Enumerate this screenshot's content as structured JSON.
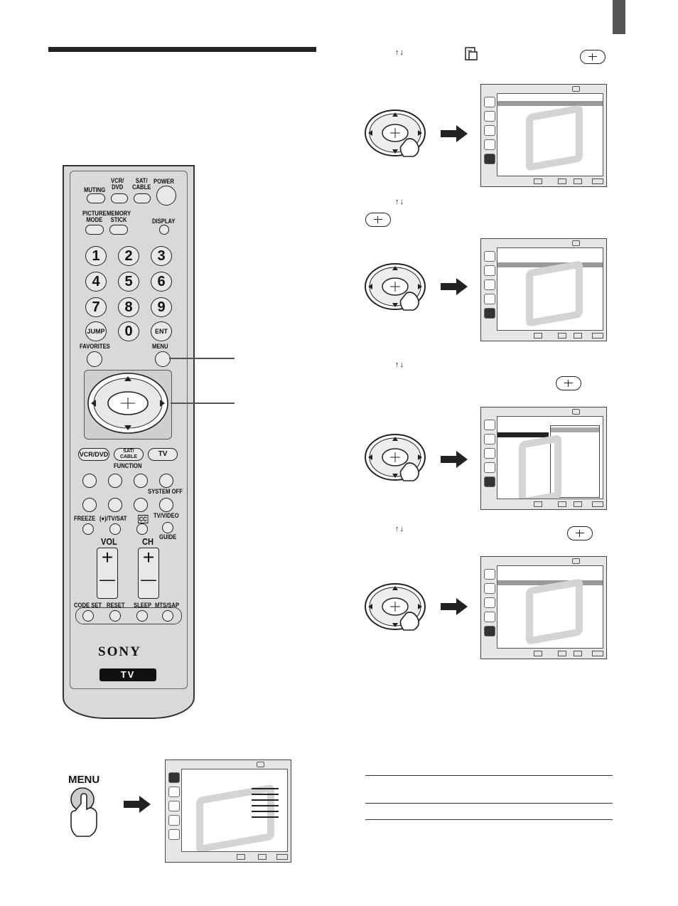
{
  "remote": {
    "labels": {
      "muting": "MUTING",
      "vcr_dvd": "VCR/\nDVD",
      "sat_cable": "SAT/\nCABLE",
      "power": "POWER",
      "picture_mode": "PICTURE\nMODE",
      "memory_stick": "MEMORY\nSTICK",
      "display": "DISPLAY",
      "jump": "JUMP",
      "ent": "ENT",
      "favorites": "FAVORITES",
      "menu": "MENU",
      "function": "FUNCTION",
      "func_vcr_dvd": "VCR/DVD",
      "func_sat_cable": "SAT/\nCABLE",
      "func_tv": "TV",
      "system_off": "SYSTEM OFF",
      "freeze": "FREEZE",
      "tv_sat": "(●)/TV/SAT",
      "cc": "CC",
      "tv_video": "TV/VIDEO",
      "guide": "GUIDE",
      "vol": "VOL",
      "ch": "CH",
      "code_set": "CODE SET",
      "reset": "RESET",
      "sleep": "SLEEP",
      "mts_sap": "MTS/SAP",
      "brand": "SONY",
      "tv_badge": "TV"
    },
    "digits": [
      "1",
      "2",
      "3",
      "4",
      "5",
      "6",
      "7",
      "8",
      "9",
      "0"
    ]
  },
  "menu_button_label": "MENU",
  "arrow_glyphs": "↑↓",
  "plus": "+",
  "minus": "—"
}
